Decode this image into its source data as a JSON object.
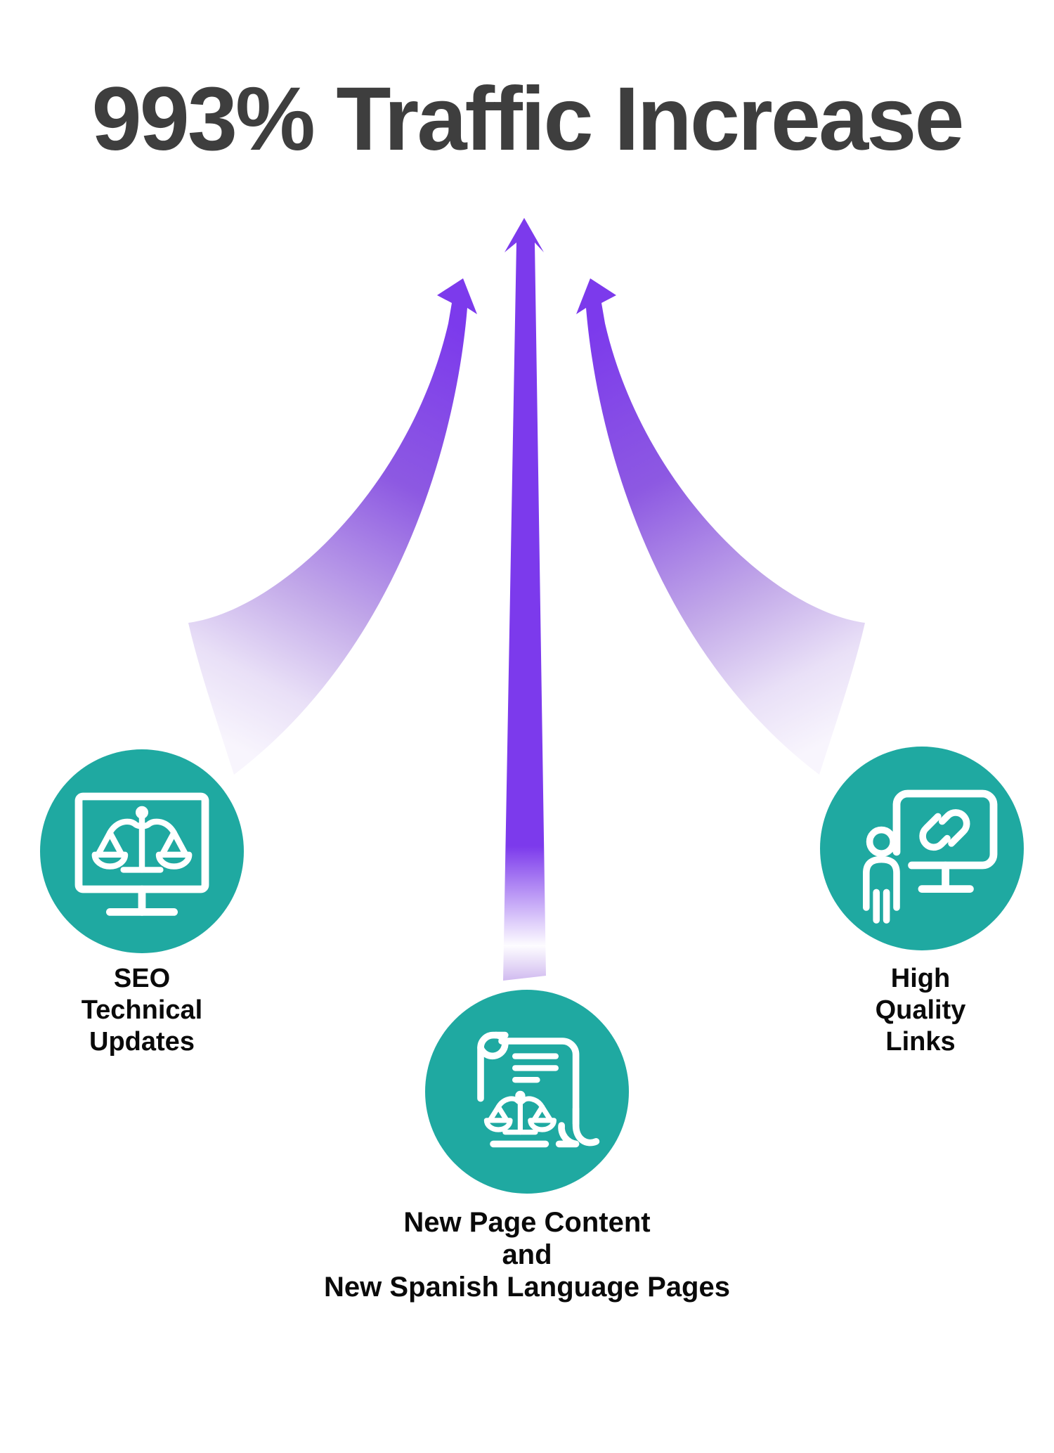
{
  "title": "993% Traffic Increase",
  "colors": {
    "arrow_purple": "#7c3aec",
    "arrow_fade": "#f6f2fc",
    "circle_teal": "#1fa9a1",
    "title_gray": "#3e3e3e",
    "label_black": "#0a0a0a",
    "background": "#ffffff"
  },
  "arrows": {
    "left_name": "curved-arrow-left",
    "center_name": "straight-arrow-center",
    "right_name": "curved-arrow-right"
  },
  "nodes": [
    {
      "id": "seo-technical-updates",
      "icon": "monitor-scales-icon",
      "label_lines": [
        "SEO",
        "Technical",
        "Updates"
      ]
    },
    {
      "id": "new-page-content",
      "icon": "scroll-scales-icon",
      "label_lines": [
        "New Page Content",
        "and",
        "New Spanish Language Pages"
      ]
    },
    {
      "id": "high-quality-links",
      "icon": "presenter-link-screen-icon",
      "label_lines": [
        "High",
        "Quality",
        "Links"
      ]
    }
  ]
}
